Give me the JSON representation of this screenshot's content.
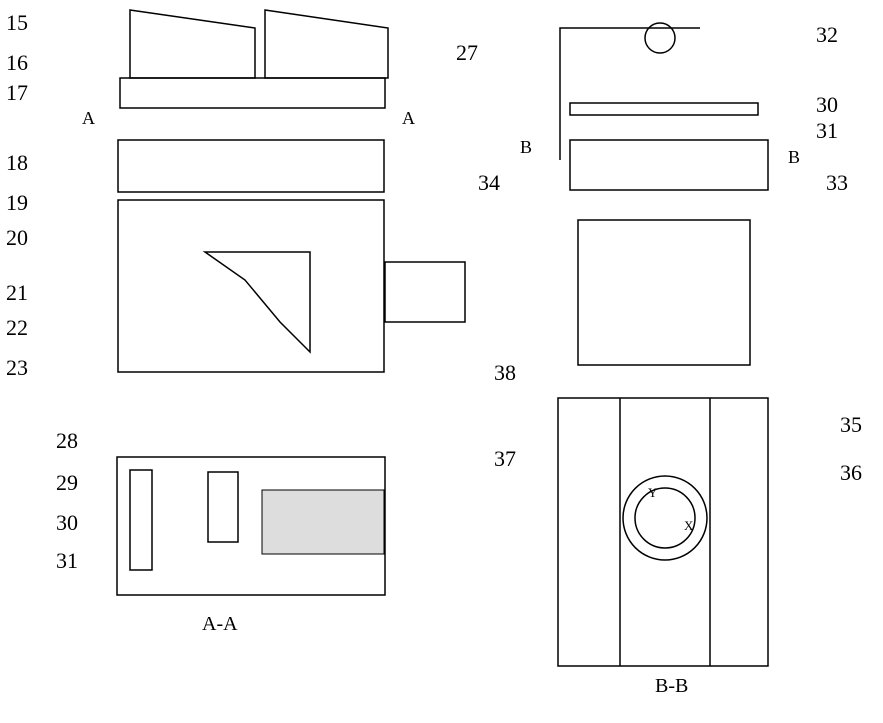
{
  "labels": [
    "15",
    "16",
    "17",
    "18",
    "19",
    "20",
    "21",
    "22",
    "23",
    "27",
    "28",
    "29",
    "30",
    "31",
    "32",
    "30",
    "31",
    "33",
    "34",
    "35",
    "36",
    "37",
    "38"
  ],
  "section_marks": [
    "A",
    "A",
    "B",
    "B"
  ],
  "captions": [
    "A-A",
    "B-B"
  ],
  "axes": [
    "Y",
    "X"
  ]
}
